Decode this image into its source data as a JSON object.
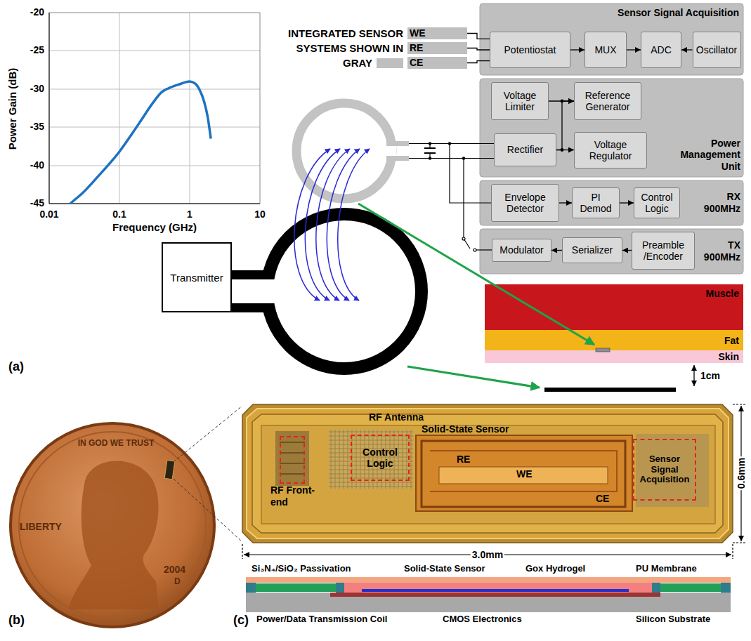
{
  "diagram": {
    "nodes": [
      {
        "text": [
          "WE"
        ]
      },
      {
        "text": [
          "RE"
        ]
      },
      {
        "text": [
          "CE"
        ]
      },
      {
        "text": [
          "Sensor Signal Acquisition"
        ]
      },
      {
        "text": [
          "Potentiostat"
        ],
        "in": 3
      },
      {
        "text": [
          "MUX"
        ],
        "in": 3
      },
      {
        "text": [
          "ADC"
        ],
        "in": 3
      },
      {
        "text": [
          "Oscillator"
        ],
        "in": 3
      },
      {
        "text": [
          "Power Management Unit"
        ]
      },
      {
        "text": [
          "Voltage Limiter"
        ],
        "in": 8
      },
      {
        "text": [
          "Reference Generator"
        ],
        "in": 8
      },
      {
        "text": [
          "Rectifier"
        ],
        "in": 8
      },
      {
        "text": [
          "Voltage Regulator"
        ],
        "in": 8
      },
      {
        "text": [
          "RX 900MHz"
        ]
      },
      {
        "text": [
          "Envelope Detector"
        ],
        "in": 13
      },
      {
        "text": [
          "PI Demod"
        ],
        "in": 13
      },
      {
        "text": [
          "Control Logic"
        ],
        "in": 13
      },
      {
        "text": [
          "TX 900MHz"
        ]
      },
      {
        "text": [
          "Modulator"
        ],
        "in": 17
      },
      {
        "text": [
          "Serializer"
        ],
        "in": 17
      },
      {
        "text": [
          "Preamble /Encoder"
        ],
        "in": 17
      },
      {
        "text": [
          "Transmitter"
        ]
      },
      {
        "text": [
          "Muscle"
        ]
      },
      {
        "text": [
          "Fat"
        ]
      },
      {
        "text": [
          "Skin"
        ]
      },
      {
        "text": [
          "RF Front-end"
        ]
      },
      {
        "text": [
          "Control Logic"
        ]
      },
      {
        "text": [
          "Sensor Signal Acquisition"
        ]
      }
    ],
    "edges": [
      {
        "from": 0,
        "to": 4,
        "arrow": "none"
      },
      {
        "from": 1,
        "to": 4,
        "arrow": "none"
      },
      {
        "from": 2,
        "to": 4,
        "arrow": "none"
      },
      {
        "from": 4,
        "to": 5,
        "arrow": "to"
      },
      {
        "from": 5,
        "to": 6,
        "arrow": "to"
      },
      {
        "from": 7,
        "to": 6,
        "arrow": "to"
      },
      {
        "from": 9,
        "to": 10,
        "arrow": "to"
      },
      {
        "from": 11,
        "to": 12,
        "arrow": "to"
      },
      {
        "from": 11,
        "to": 10,
        "arrow": "to"
      },
      {
        "from": 14,
        "to": 15,
        "arrow": "to"
      },
      {
        "from": 15,
        "to": 16,
        "arrow": "to"
      },
      {
        "from": 20,
        "to": 19,
        "arrow": "to"
      },
      {
        "from": 19,
        "to": 18,
        "arrow": "to"
      }
    ],
    "labels": [
      "Power Gain (dB)",
      "-20",
      "-25",
      "-30",
      "-35",
      "-40",
      "-45",
      "0.01",
      "0.1",
      "1",
      "10",
      "Frequency (GHz)",
      "(a)",
      "1cm",
      "(b)",
      "IN GOD WE TRUST",
      "LIBERTY",
      "2004",
      "D",
      "(c)",
      "RF Antenna",
      "Solid-State Sensor",
      "RE",
      "WE",
      "CE",
      "0.6mm",
      "3.0mm",
      "Si₃N₄/SiO₂ Passivation",
      "Solid-State Sensor",
      "Gox Hydrogel",
      "PU Membrane",
      "Power/Data Transmission Coil",
      "CMOS Electronics",
      "Silicon Substrate"
    ],
    "legend": [
      {
        "text": "INTEGRATED SENSOR SYSTEMS SHOWN IN GRAY",
        "color": "#bfbfbf"
      }
    ]
  }
}
